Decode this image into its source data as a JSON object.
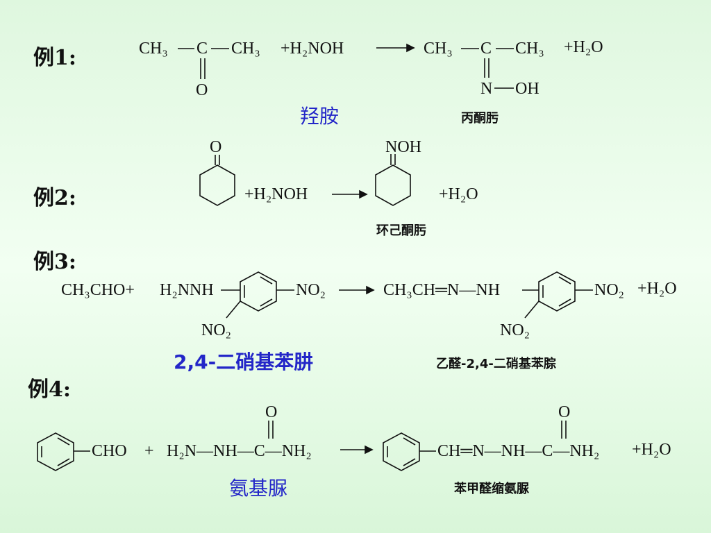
{
  "examples": [
    {
      "label": "例1:"
    },
    {
      "label": "例2:"
    },
    {
      "label": "例3:"
    },
    {
      "label": "例4:"
    }
  ],
  "ex1": {
    "r_ch3_left": "CH₃",
    "r_c": "C",
    "r_ch3_right": "CH₃",
    "r_o": "O",
    "reagent": "+H₂NOH",
    "p_ch3_left": "CH₃",
    "p_c": "C",
    "p_ch3_right": "CH₃",
    "p_n": "N",
    "p_oh": "OH",
    "byproduct": "+H₂O",
    "reagent_name": "羟胺",
    "product_name": "丙酮肟"
  },
  "ex2": {
    "r_o": "O",
    "reagent": "+H₂NOH",
    "p_noh": "NOH",
    "byproduct": "+H₂O",
    "product_name": "环己酮肟"
  },
  "ex3": {
    "r_aldehyde": "CH₃CHO+",
    "r_hydrazine": "H₂NNH",
    "r_no2_right": "NO₂",
    "r_no2_bottom": "NO₂",
    "p_chain": "CH₃CH═N—NH",
    "p_no2_right": "NO₂",
    "p_no2_bottom": "NO₂",
    "byproduct": "+H₂O",
    "reagent_name": "2,4-二硝基苯肼",
    "product_name": "乙醛-2,4-二硝基苯腙"
  },
  "ex4": {
    "r_cho": "CHO",
    "plus": "+",
    "r_chain": "H₂N—NH—C—NH₂",
    "r_o": "O",
    "p_chain": "CH═N—NH—C—NH₂",
    "p_o": "O",
    "byproduct": "+H₂O",
    "reagent_name": "氨基脲",
    "product_name": "苯甲醛缩氨脲"
  }
}
